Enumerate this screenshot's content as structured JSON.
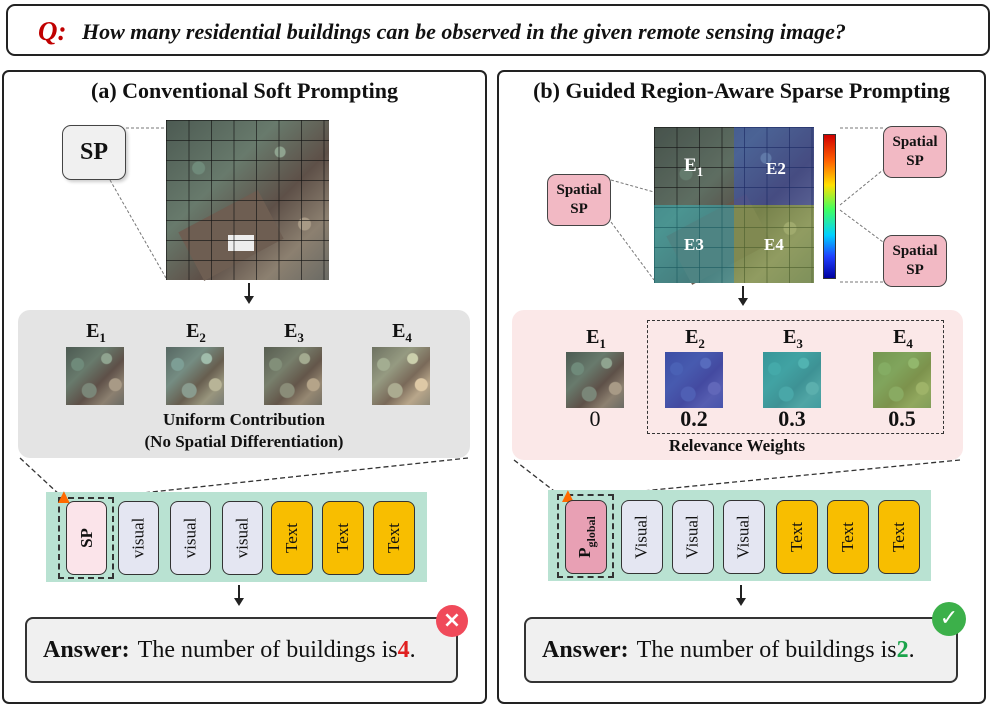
{
  "question": {
    "prefix": "Q:",
    "text": "How many residential buildings can be observed in the given remote sensing image?"
  },
  "panel_a": {
    "title": "(a) Conventional  Soft Prompting",
    "sp_label": "SP",
    "embeddings": [
      {
        "letter": "E",
        "sub": "1"
      },
      {
        "letter": "E",
        "sub": "2"
      },
      {
        "letter": "E",
        "sub": "3"
      },
      {
        "letter": "E",
        "sub": "4"
      }
    ],
    "caption_line1": "Uniform Contribution",
    "caption_line2": "(No Spatial Differentiation)",
    "tokens": {
      "sp": "SP",
      "visual": "visual",
      "text": "Text"
    },
    "answer": {
      "label": "Answer:",
      "text": "The number of buildings is ",
      "value": "4",
      "end": ".",
      "value_color": "#e02020"
    }
  },
  "panel_b": {
    "title": "(b) Guided Region-Aware Sparse Prompting",
    "regions": [
      {
        "letter": "E",
        "sub": "1"
      },
      {
        "letter": "E2",
        "sub": ""
      },
      {
        "letter": "E3",
        "sub": ""
      },
      {
        "letter": "E4",
        "sub": ""
      }
    ],
    "spatial_sp": {
      "line1": "Spatial",
      "line2": "SP"
    },
    "embeddings": [
      {
        "letter": "E",
        "sub": "1",
        "weight": "0"
      },
      {
        "letter": "E",
        "sub": "2",
        "weight": "0.2"
      },
      {
        "letter": "E",
        "sub": "3",
        "weight": "0.3"
      },
      {
        "letter": "E",
        "sub": "4",
        "weight": "0.5"
      }
    ],
    "relevance_caption": "Relevance Weights",
    "tokens": {
      "p": "P",
      "p_sub": "global",
      "visual": "Visual",
      "text": "Text"
    },
    "answer": {
      "label": "Answer:",
      "text": "The number of buildings is ",
      "value": "2",
      "end": ".",
      "value_color": "#1aa34a"
    }
  },
  "colors": {
    "panel_a_embed_bg": "#e4e4e4",
    "panel_b_embed_bg": "#fbe8e8",
    "token_seq_bg": "#b9e2d2",
    "text_token": "#f8be00",
    "visual_token": "#e4e6f2",
    "spatial_sp": "#f2b9c4"
  }
}
